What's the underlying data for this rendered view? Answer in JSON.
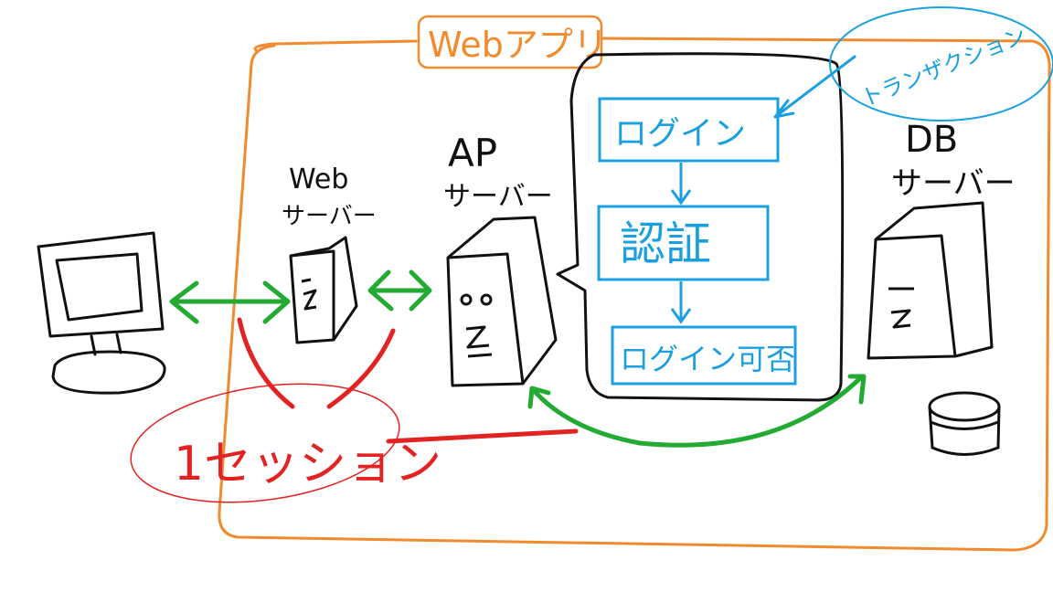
{
  "app_boundary": {
    "label": "Webアプリ",
    "color": "#f28a2e"
  },
  "nodes": {
    "client_pc": {
      "icon": "computer-monitor-icon"
    },
    "web_server": {
      "label_top": "Web",
      "label_bottom": "サーバー",
      "icon": "server-tower-icon"
    },
    "ap_server": {
      "label_top": "AP",
      "label_bottom": "サーバー",
      "icon": "server-tower-icon"
    },
    "db_server": {
      "label_top": "DB",
      "label_bottom": "サーバー",
      "icon": "server-tower-icon"
    },
    "database": {
      "icon": "database-cylinder-icon"
    }
  },
  "process": {
    "steps": [
      "ログイン",
      "認証",
      "ログイン可否"
    ],
    "color": "#1aa0e0"
  },
  "transaction_note": {
    "label": "トランザクション",
    "color": "#1aa0e0"
  },
  "session_note": {
    "label": "1セッション",
    "color": "#e32222"
  },
  "colors": {
    "green_arrows": "#22aa33",
    "black": "#111111"
  }
}
